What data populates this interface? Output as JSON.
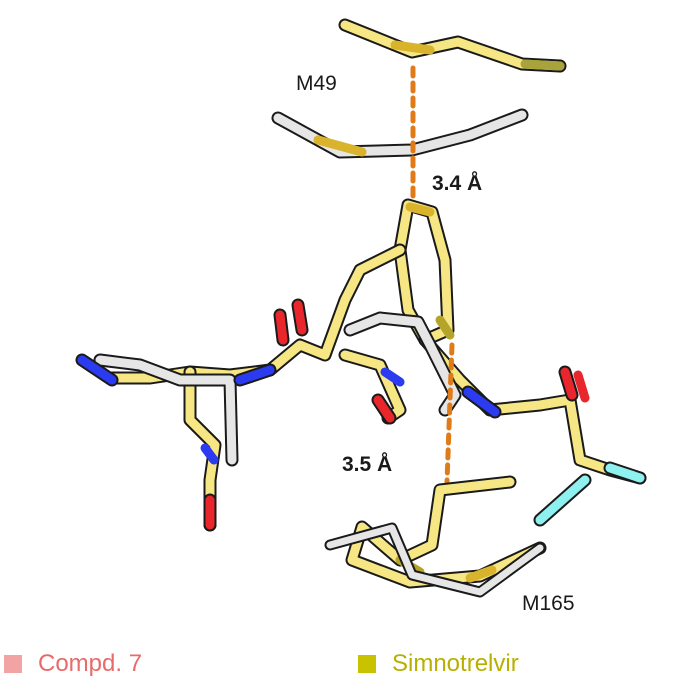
{
  "labels": {
    "residue_top": "M49",
    "residue_bottom": "M165",
    "distance_top": "3.4 Å",
    "distance_bottom": "3.5 Å"
  },
  "legend": [
    {
      "text": "Compd. 7",
      "color": "#f2a3a3",
      "text_color": "#e86a6a"
    },
    {
      "text": "Simnotrelvir",
      "color": "#c9c200",
      "text_color": "#b8b000"
    }
  ],
  "colors": {
    "carbon_compd7": "#e6e6e6",
    "carbon_simnotrelvir": "#f7e784",
    "sulfur_simnotrelvir": "#d9b32c",
    "sulfur_compd7": "#b5b3a0",
    "nitrogen": "#2b3bf0",
    "oxygen": "#e8262b",
    "fluorine": "#8ff0f0",
    "distance_line": "#e07b1a"
  }
}
